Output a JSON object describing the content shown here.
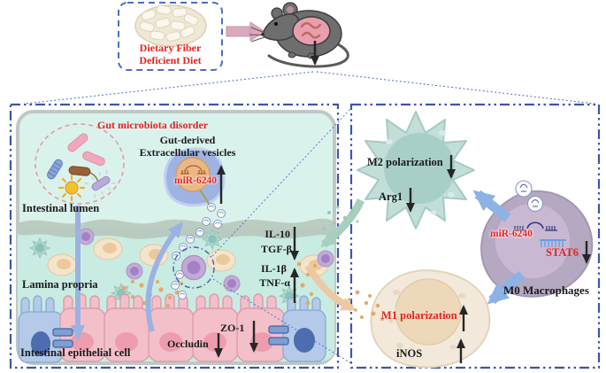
{
  "figure": {
    "type": "graphical-abstract-diagram",
    "topic": "Dietary fiber deficiency alters gut microbiota EV miR-6240 and macrophage polarization"
  },
  "top": {
    "diet_line1": "Dietary Fiber",
    "diet_line2": "Deficient Diet",
    "mouse": "mouse-with-intestine-highlight"
  },
  "gut_panel": {
    "microbiota_disorder": "Gut microbiota disorder",
    "ev_line1": "Gut-derived",
    "ev_line2": "Extracellular vesicles",
    "mir_6240": "miR-6240",
    "intestinal_lumen": "Intestinal lumen",
    "lamina_propria": "Lamina propria",
    "intestinal_epithelial_cell": "Intestinal epithelial cell",
    "occludin": "Occludin",
    "zo1": "ZO-1",
    "il10": "IL-10",
    "tgfb": "TGF-β",
    "il1b": "IL-1β",
    "tnfa": "TNF-α"
  },
  "macrophage_panel": {
    "m2_polarization": "M2 polarization",
    "arg1": "Arg1",
    "mir_6240": "miR-6240",
    "stat6": "STAT6",
    "m0_macrophages": "M0 Macrophages",
    "m1_polarization": "M1 polarization",
    "inos": "iNOS"
  },
  "trends": {
    "extracellular_vesicles": "up",
    "il10_tgfb": "down",
    "il1b_tnfa": "up",
    "occludin": "down",
    "zo1": "down",
    "m2_polarization": "down",
    "arg1": "down",
    "stat6": "down",
    "m1_polarization": "up",
    "inos": "up"
  },
  "colors": {
    "accent_red": "#e8231f",
    "panel_border_blue": "#3a57a8",
    "lumen_teal": "#daf2ec",
    "lamina_teal": "#c9ece2",
    "m0_purple": "#b5a9c2",
    "m1_beige": "#f3e9db",
    "m2_teal": "#c2ded8",
    "arrow_blue": "#8cb2e6",
    "arrow_orange": "#edc9a2",
    "arrow_teal": "#a8cfbd"
  }
}
